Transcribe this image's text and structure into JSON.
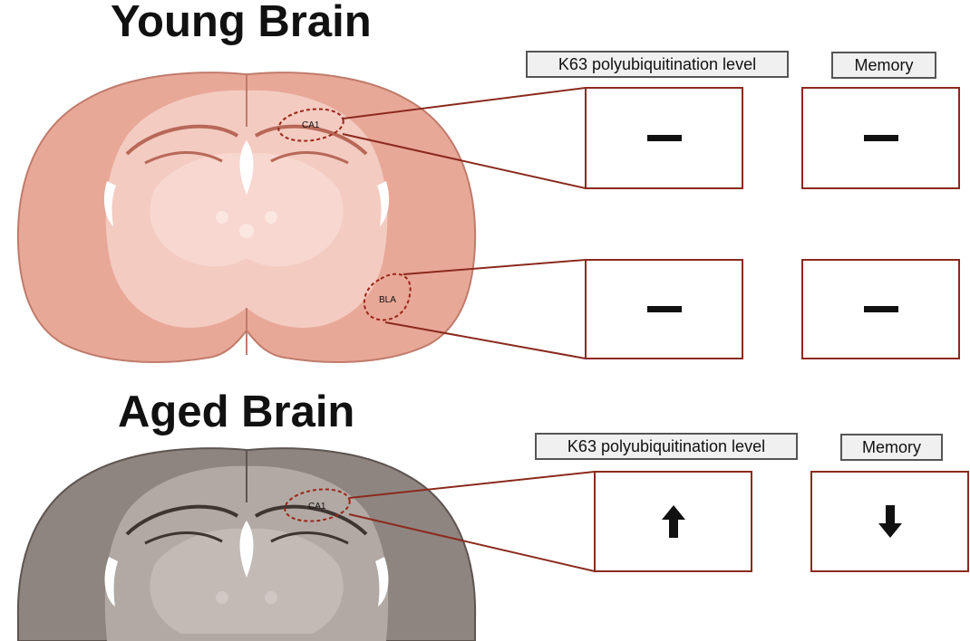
{
  "young": {
    "title": "Young Brain",
    "region_labels": {
      "ca1": "CA1",
      "bla": "BLA"
    },
    "col_headers": {
      "k63": "K63 polyubiquitination level",
      "memory": "Memory"
    },
    "rows": [
      {
        "region": "CA1",
        "k63": "–",
        "memory": "–"
      },
      {
        "region": "BLA",
        "k63": "–",
        "memory": "–"
      }
    ],
    "brain_color": "#ecb8ab"
  },
  "aged": {
    "title": "Aged Brain",
    "region_labels": {
      "ca1": "CA1"
    },
    "col_headers": {
      "k63": "K63 polyubiquitination level",
      "memory": "Memory"
    },
    "rows": [
      {
        "region": "CA1",
        "k63": "up-arrow",
        "memory": "down-arrow"
      }
    ],
    "brain_color": "#8f8580"
  },
  "colors": {
    "connector": "#8b2a1e",
    "box_border": "#8b2a1e"
  }
}
